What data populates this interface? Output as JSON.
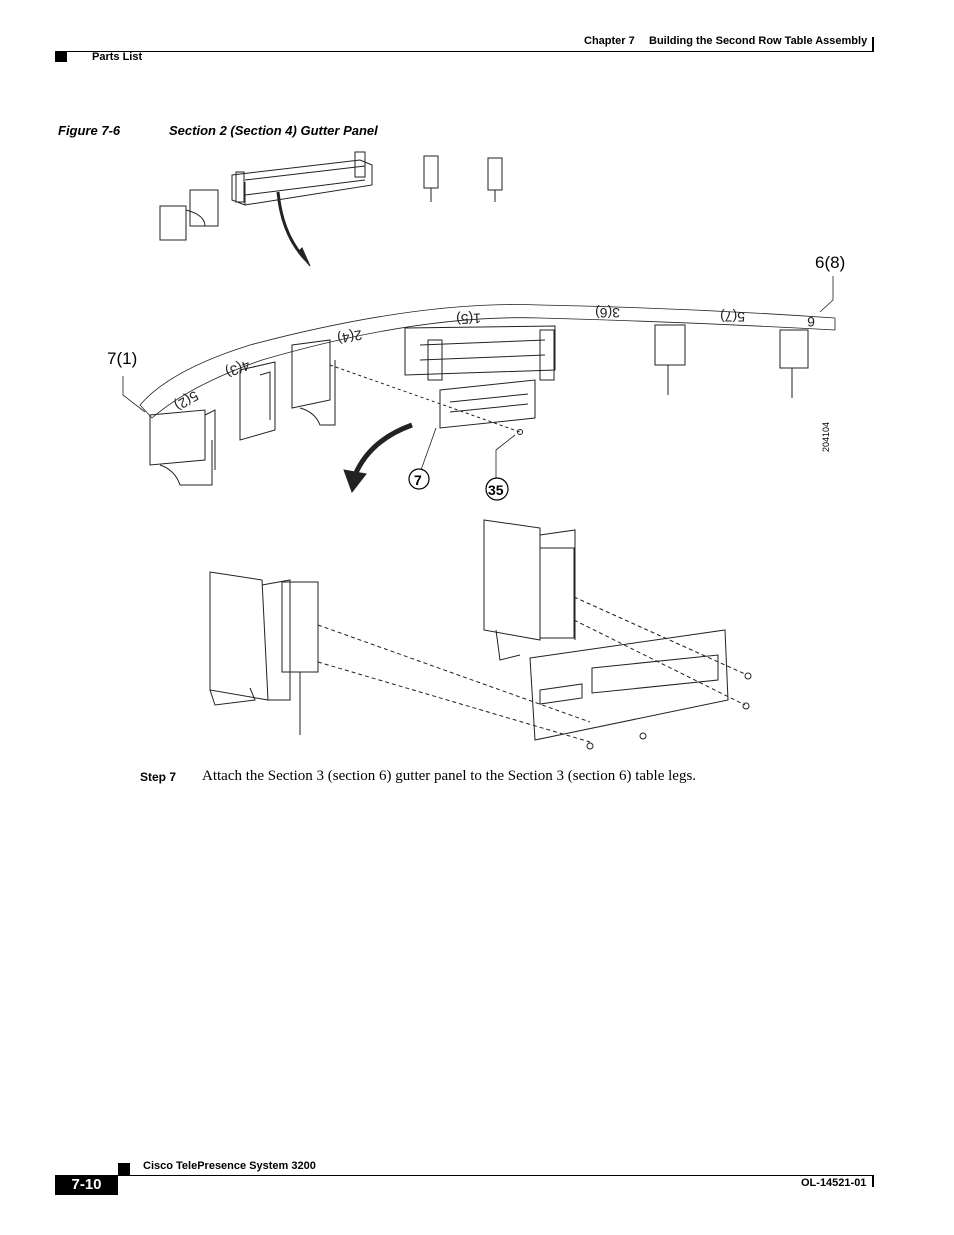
{
  "header": {
    "chapter": "Chapter 7",
    "chapter_title": "Building the Second Row Table Assembly",
    "section": "Parts List"
  },
  "figure": {
    "number": "Figure 7-6",
    "title": "Section 2 (Section 4) Gutter Panel",
    "callouts": {
      "top_right": "6(8)",
      "left": "7(1)",
      "part_7": "7",
      "part_35": "35"
    },
    "tabletop_labels": [
      "5(2)",
      "4(3)",
      "2(4)",
      "1(5)",
      "3(6)",
      "5(7)",
      "6"
    ],
    "figure_id": "204104"
  },
  "step": {
    "label": "Step 7",
    "text": "Attach the Section 3 (section 6) gutter panel to the Section 3 (section 6) table legs."
  },
  "footer": {
    "product": "Cisco TelePresence System 3200",
    "page": "7-10",
    "doc_id": "OL-14521-01"
  }
}
